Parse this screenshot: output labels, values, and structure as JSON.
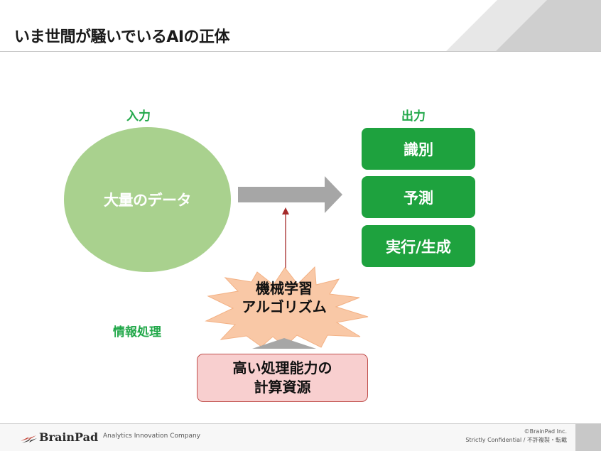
{
  "slide": {
    "title": "いま世間が騒いでいるAIの正体"
  },
  "diagram": {
    "input_label": "入力",
    "output_label": "出力",
    "input_node": "大量のデータ",
    "outputs": [
      "識別",
      "予測",
      "実行/生成"
    ],
    "algorithm_lines": [
      "機械学習",
      "アルゴリズム"
    ],
    "processing_label": "情報処理",
    "resource_lines": [
      "高い処理能力の",
      "計算資源"
    ]
  },
  "colors": {
    "ellipse": "#a9d18e",
    "output_box": "#1ea23e",
    "label_green": "#22a84a",
    "starburst": "#f9c8a6",
    "resource_box": "#f8cfcf",
    "resource_border": "#c0504d",
    "arrow_grey": "#a6a6a6",
    "thin_arrow": "#a52a2a"
  },
  "footer": {
    "brand": "BrainPad",
    "tagline": "Analytics Innovation Company",
    "copyright": "©BrainPad Inc.",
    "confidential": "Strictly Confidential / 不許複製・転載"
  }
}
